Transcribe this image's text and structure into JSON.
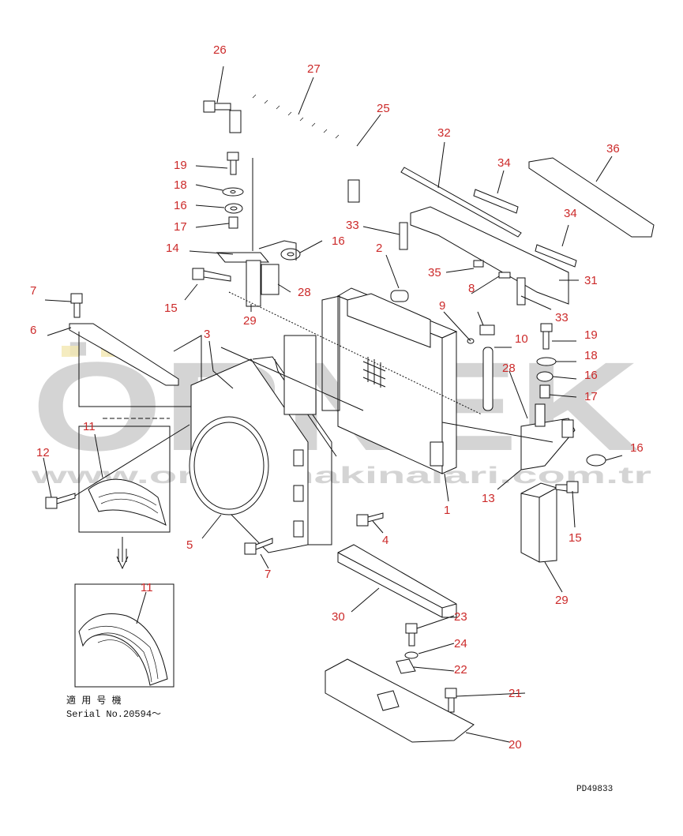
{
  "watermark": {
    "brand": "ÖRNEK",
    "url": "www.ornekmakinalari.com.tr"
  },
  "callouts": [
    {
      "id": "c26",
      "label": "26"
    },
    {
      "id": "c27",
      "label": "27"
    },
    {
      "id": "c25",
      "label": "25"
    },
    {
      "id": "c32",
      "label": "32"
    },
    {
      "id": "c36",
      "label": "36"
    },
    {
      "id": "c34a",
      "label": "34"
    },
    {
      "id": "c34b",
      "label": "34"
    },
    {
      "id": "c19a",
      "label": "19"
    },
    {
      "id": "c18a",
      "label": "18"
    },
    {
      "id": "c16a",
      "label": "16"
    },
    {
      "id": "c17a",
      "label": "17"
    },
    {
      "id": "c14",
      "label": "14"
    },
    {
      "id": "c16b",
      "label": "16"
    },
    {
      "id": "c33a",
      "label": "33"
    },
    {
      "id": "c2",
      "label": "2"
    },
    {
      "id": "c35",
      "label": "35"
    },
    {
      "id": "c8",
      "label": "8"
    },
    {
      "id": "c31",
      "label": "31"
    },
    {
      "id": "c33b",
      "label": "33"
    },
    {
      "id": "c28a",
      "label": "28"
    },
    {
      "id": "c15a",
      "label": "15"
    },
    {
      "id": "c29a",
      "label": "29"
    },
    {
      "id": "c7a",
      "label": "7"
    },
    {
      "id": "c6",
      "label": "6"
    },
    {
      "id": "c3",
      "label": "3"
    },
    {
      "id": "c9",
      "label": "9"
    },
    {
      "id": "c10",
      "label": "10"
    },
    {
      "id": "c19b",
      "label": "19"
    },
    {
      "id": "c18b",
      "label": "18"
    },
    {
      "id": "c28b",
      "label": "28"
    },
    {
      "id": "c16c",
      "label": "16"
    },
    {
      "id": "c17b",
      "label": "17"
    },
    {
      "id": "c16d",
      "label": "16"
    },
    {
      "id": "c11a",
      "label": "11"
    },
    {
      "id": "c12",
      "label": "12"
    },
    {
      "id": "c13",
      "label": "13"
    },
    {
      "id": "c1",
      "label": "1"
    },
    {
      "id": "c15b",
      "label": "15"
    },
    {
      "id": "c4",
      "label": "4"
    },
    {
      "id": "c5",
      "label": "5"
    },
    {
      "id": "c7b",
      "label": "7"
    },
    {
      "id": "c29b",
      "label": "29"
    },
    {
      "id": "c11b",
      "label": "11"
    },
    {
      "id": "c30",
      "label": "30"
    },
    {
      "id": "c23",
      "label": "23"
    },
    {
      "id": "c24",
      "label": "24"
    },
    {
      "id": "c22",
      "label": "22"
    },
    {
      "id": "c21",
      "label": "21"
    },
    {
      "id": "c20",
      "label": "20"
    }
  ],
  "applicability": {
    "title": "適 用 号 機",
    "serial": "Serial No.20594～"
  },
  "drawing_code": "PD49833"
}
